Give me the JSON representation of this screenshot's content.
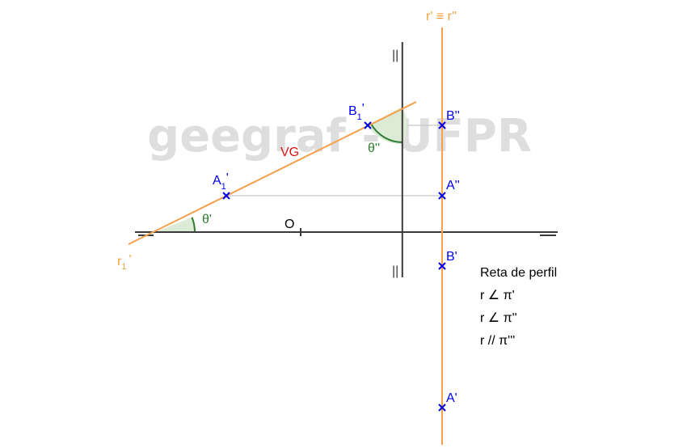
{
  "watermark": "geegraf - UFPR",
  "colors": {
    "line": "#f5a04a",
    "line_label": "#f0a040",
    "point": "#0000ee",
    "angle": "#2e7d32",
    "angle_fill": "#dcebd6",
    "vg": "#dd1111",
    "axis": "#3a3a3a",
    "ref": "#c8c8c8"
  },
  "labels": {
    "r_top_main": "r' ≡ r''",
    "r1_main": "r",
    "r1_sub": "1",
    "r1_prime": "'",
    "vg": "VG",
    "origin": "O",
    "theta_h": "θ'",
    "theta_v": "θ''",
    "ticks_top": "||",
    "ticks_bottom": "||",
    "A1_main": "A",
    "A1_sub": "1",
    "A1_prime": "'",
    "B1_main": "B",
    "B1_sub": "1",
    "B1_prime": "'",
    "A2": "A''",
    "B2": "B''",
    "B_h": "B'",
    "A_h": "A'"
  },
  "notes": [
    "Reta de perfil",
    "r ∠ π'",
    "r ∠ π''",
    "r // π'''"
  ]
}
